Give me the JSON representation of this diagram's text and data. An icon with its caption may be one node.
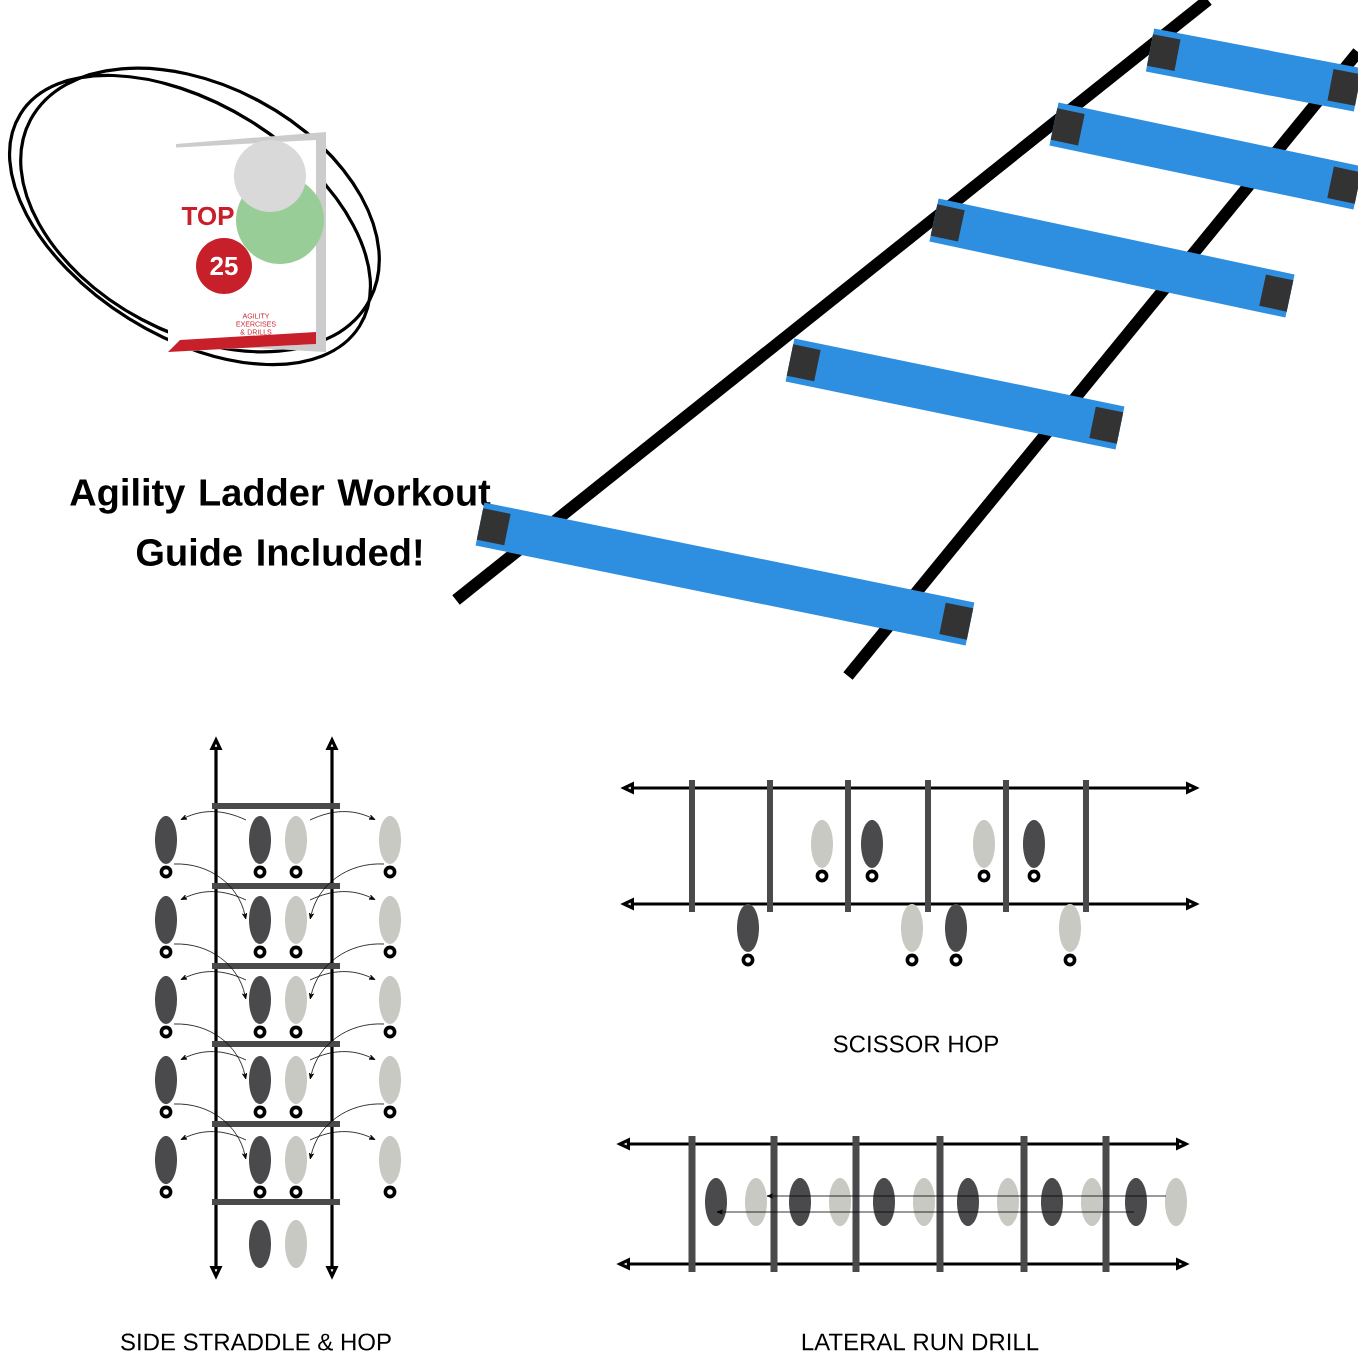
{
  "diagram": {
    "labels": [
      "TOP",
      "25",
      "AGILITY EXERCISES & DRILLS",
      "Agility Ladder Workout Guide Included!",
      "SCISSOR HOP",
      "SIDE STRADDLE & HOP",
      "LATERAL RUN DRILL"
    ]
  }
}
